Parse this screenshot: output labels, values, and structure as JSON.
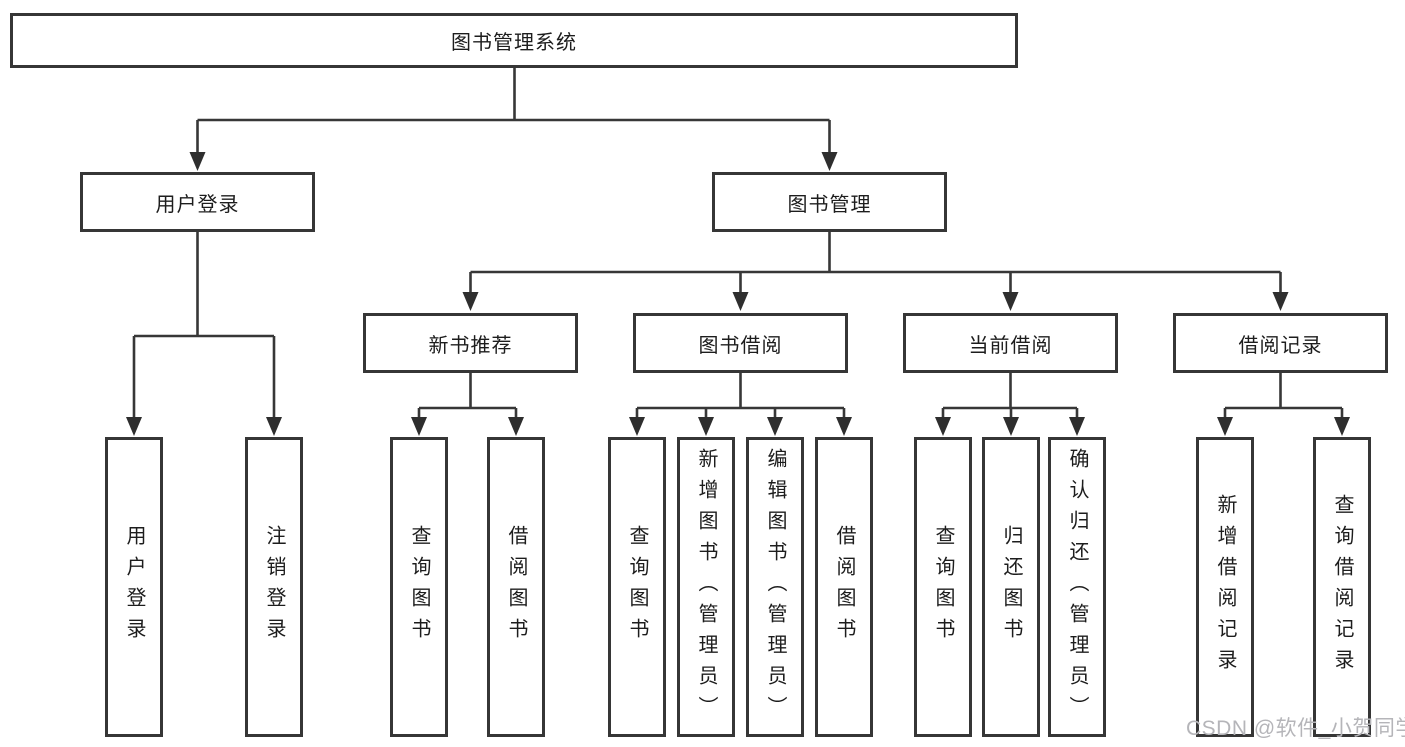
{
  "diagram_title": "图书管理系统",
  "nodes": {
    "root": {
      "label": "图书管理系统"
    },
    "user_login": {
      "label": "用户登录"
    },
    "book_mgmt": {
      "label": "图书管理"
    },
    "new_book_rec": {
      "label": "新书推荐"
    },
    "book_borrow": {
      "label": "图书借阅"
    },
    "current_borrow": {
      "label": "当前借阅"
    },
    "borrow_records": {
      "label": "借阅记录"
    },
    "leaf_user_login": {
      "label": "用户登录"
    },
    "leaf_logout": {
      "label": "注销登录"
    },
    "leaf_nbr_query": {
      "label": "查询图书"
    },
    "leaf_nbr_borrow": {
      "label": "借阅图书"
    },
    "leaf_bb_query": {
      "label": "查询图书"
    },
    "leaf_bb_add": {
      "label": "新增图书（管理员）"
    },
    "leaf_bb_edit": {
      "label": "编辑图书（管理员）"
    },
    "leaf_bb_borrow": {
      "label": "借阅图书"
    },
    "leaf_cb_query": {
      "label": "查询图书"
    },
    "leaf_cb_return": {
      "label": "归还图书"
    },
    "leaf_cb_confirm": {
      "label": "确认归还（管理员）"
    },
    "leaf_br_add": {
      "label": "新增借阅记录"
    },
    "leaf_br_query": {
      "label": "查询借阅记录"
    }
  },
  "structure": {
    "图书管理系统": [
      "用户登录",
      "图书管理"
    ],
    "用户登录": [
      "用户登录",
      "注销登录"
    ],
    "图书管理": [
      "新书推荐",
      "图书借阅",
      "当前借阅",
      "借阅记录"
    ],
    "新书推荐": [
      "查询图书",
      "借阅图书"
    ],
    "图书借阅": [
      "查询图书",
      "新增图书（管理员）",
      "编辑图书（管理员）",
      "借阅图书"
    ],
    "当前借阅": [
      "查询图书",
      "归还图书",
      "确认归还（管理员）"
    ],
    "借阅记录": [
      "新增借阅记录",
      "查询借阅记录"
    ]
  },
  "watermark": {
    "text": "CSDN @软件_小贺同学"
  },
  "colors": {
    "line": "#373737",
    "box_border": "#363636",
    "text": "#1d1d1d",
    "watermark": "#b5b5b9",
    "background": "#ffffff"
  }
}
